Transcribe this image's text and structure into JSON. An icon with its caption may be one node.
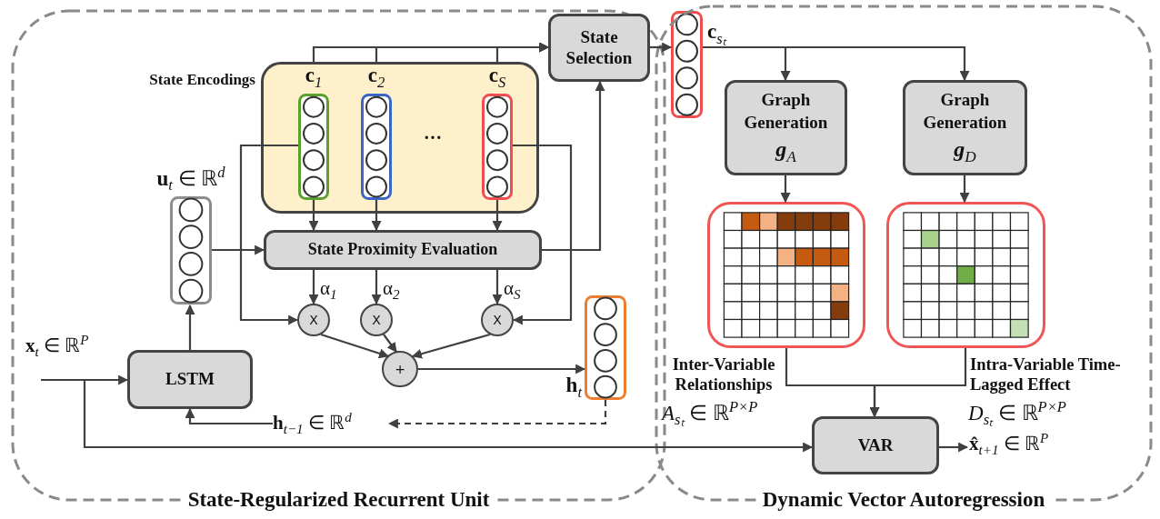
{
  "diagram": {
    "nodes": [
      {
        "text": [
          "State-Regularized Recurrent Unit"
        ]
      },
      {
        "text": [
          "State Encodings"
        ],
        "in": 0
      },
      {
        "text": [
          "**c**$_{1}$"
        ],
        "in": 1
      },
      {
        "text": [
          "**c**$_{2}$"
        ],
        "in": 1
      },
      {
        "text": [
          "**c**$_{S}$"
        ],
        "in": 1
      },
      {
        "text": [
          "State Proximity Evaluation"
        ],
        "in": 0
      },
      {
        "text": [
          "**u**$_{t}$ ∈ ℝ$^{d}$"
        ],
        "in": 0
      },
      {
        "text": [
          "LSTM"
        ],
        "in": 0
      },
      {
        "text": [
          "X"
        ],
        "in": 0
      },
      {
        "text": [
          "X"
        ],
        "in": 0
      },
      {
        "text": [
          "X"
        ],
        "in": 0
      },
      {
        "text": [
          "+"
        ],
        "in": 0
      },
      {
        "text": [
          "**h**$_{t}$"
        ],
        "in": 0
      },
      {
        "text": [
          "**h**$_{t−1}$ ∈ ℝ$^{d}$"
        ],
        "in": 0
      },
      {
        "text": [
          "State Selection"
        ],
        "in": 0
      },
      {
        "text": [
          "**c**$_{sₜ}$"
        ],
        "in": 16
      },
      {
        "text": [
          "Dynamic Vector Autoregression"
        ]
      },
      {
        "text": [
          "Graph Generation",
          "g$_{A}$"
        ],
        "in": 16
      },
      {
        "text": [
          "Graph Generation",
          "g$_{D}$"
        ],
        "in": 16
      },
      {
        "text": [],
        "shape": "picture",
        "in": 16,
        "beside": [
          "Inter-Variable Relationships",
          "*A*$_{sₜ}$ ∈ ℝ$^{P×P}$"
        ]
      },
      {
        "text": [],
        "shape": "picture",
        "in": 16,
        "beside": [
          "Intra-Variable Time-Lagged Effect",
          "*D*$_{sₜ}$ ∈ ℝ$^{P×P}$"
        ]
      },
      {
        "text": [
          "VAR"
        ],
        "in": 16
      },
      {
        "text": [
          "**x̂**$_{t+1}$ ∈ ℝ$^{P}$"
        ],
        "in": 16
      }
    ],
    "edges": [
      {
        "from": 2,
        "to": 14,
        "arrow": "to"
      },
      {
        "from": 3,
        "to": 14,
        "arrow": "to"
      },
      {
        "from": 4,
        "to": 14,
        "arrow": "to"
      },
      {
        "from": 2,
        "to": 5,
        "arrow": "to"
      },
      {
        "from": 3,
        "to": 5,
        "arrow": "to"
      },
      {
        "from": 4,
        "to": 5,
        "arrow": "to"
      },
      {
        "from": 6,
        "to": 5,
        "arrow": "to"
      },
      {
        "from": 5,
        "to": 14,
        "arrow": "to"
      },
      {
        "from": 5,
        "to": 8,
        "arrow": "to",
        "label": "α$_{1}$"
      },
      {
        "from": 5,
        "to": 9,
        "arrow": "to",
        "label": "α$_{2}$"
      },
      {
        "from": 5,
        "to": 10,
        "arrow": "to",
        "label": "α$_{S}$"
      },
      {
        "from": 2,
        "to": 8,
        "arrow": "to"
      },
      {
        "from": 4,
        "to": 10,
        "arrow": "to"
      },
      {
        "from": 8,
        "to": 11,
        "arrow": "to"
      },
      {
        "from": 9,
        "to": 11,
        "arrow": "to"
      },
      {
        "from": 10,
        "to": 11,
        "arrow": "to"
      },
      {
        "from": 11,
        "to": 12,
        "arrow": "to"
      },
      {
        "from": 12,
        "to": 13,
        "arrow": "to",
        "style": "dashed"
      },
      {
        "from": 13,
        "to": 7,
        "arrow": "to"
      },
      {
        "from": 7,
        "to": 6,
        "arrow": "to"
      },
      {
        "from": null,
        "to": 7,
        "arrow": "to",
        "label": "**x**$_{t}$ ∈ ℝ$^{P}$"
      },
      {
        "from": null,
        "to": 21,
        "arrow": "to"
      },
      {
        "from": 14,
        "to": 15,
        "arrow": "to"
      },
      {
        "from": 15,
        "to": 17,
        "arrow": "to"
      },
      {
        "from": 15,
        "to": 18,
        "arrow": "to"
      },
      {
        "from": 17,
        "to": 19,
        "arrow": "to"
      },
      {
        "from": 18,
        "to": 20,
        "arrow": "to"
      },
      {
        "from": 19,
        "to": 21,
        "arrow": "to"
      },
      {
        "from": 20,
        "to": 21,
        "arrow": "to"
      },
      {
        "from": 21,
        "to": 22,
        "arrow": "to"
      }
    ],
    "labels": [
      "…"
    ]
  }
}
